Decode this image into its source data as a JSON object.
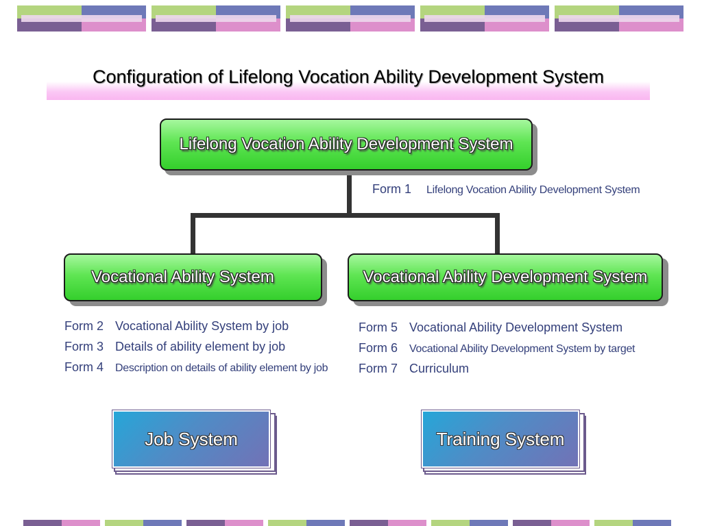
{
  "title": "Configuration of Lifelong Vocation Ability Development System",
  "top_box": "Lifelong Vocation Ability Development System",
  "top_note": {
    "form": "Form 1",
    "text": "Lifelong Vocation Ability Development System"
  },
  "left_box": "Vocational Ability System",
  "right_box": "Vocational Ability Development System",
  "left_forms": [
    {
      "form": "Form 2",
      "text": "Vocational Ability System by job"
    },
    {
      "form": "Form 3",
      "text": "Details of ability element by job"
    },
    {
      "form": "Form 4",
      "text": "Description on details of ability element by job"
    }
  ],
  "right_forms": [
    {
      "form": "Form 5",
      "text": "Vocational Ability Development System"
    },
    {
      "form": "Form 6",
      "text": "Vocational Ability Development System by target"
    },
    {
      "form": "Form 7",
      "text": "Curriculum"
    }
  ],
  "job_system": "Job System",
  "training_system": "Training System",
  "colors": {
    "green_box": "#4ddc41",
    "title_band": "#fbc8f5",
    "blue_box": "#4f8cc6",
    "form_text": "#333f7a"
  }
}
